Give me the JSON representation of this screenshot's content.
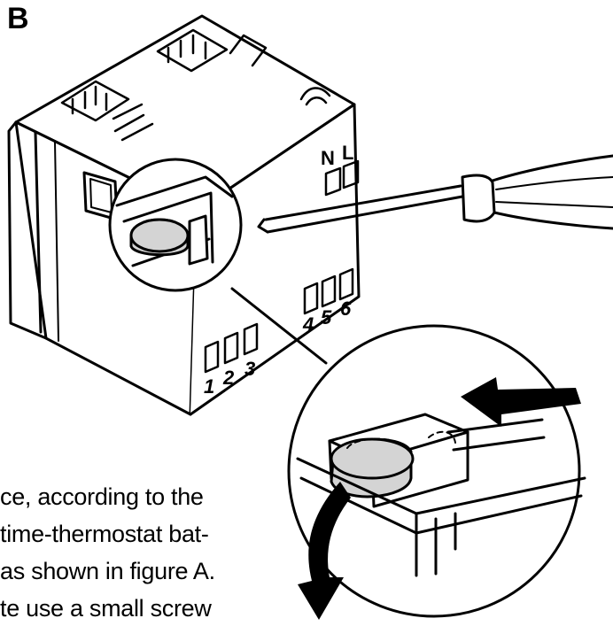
{
  "figure": {
    "letter": "B",
    "terminal_labels": {
      "neutral": "N",
      "live": "L",
      "t1": "1",
      "t2": "2",
      "t3": "3",
      "t4": "4",
      "t5": "5",
      "t6": "6"
    }
  },
  "text": {
    "lines": [
      "ce, according to the",
      "time-thermostat bat-",
      "as shown in figure A.",
      "te use a small screw"
    ]
  },
  "colors": {
    "ink": "#000000",
    "battery": "#d4d4d4",
    "paper": "#ffffff"
  }
}
